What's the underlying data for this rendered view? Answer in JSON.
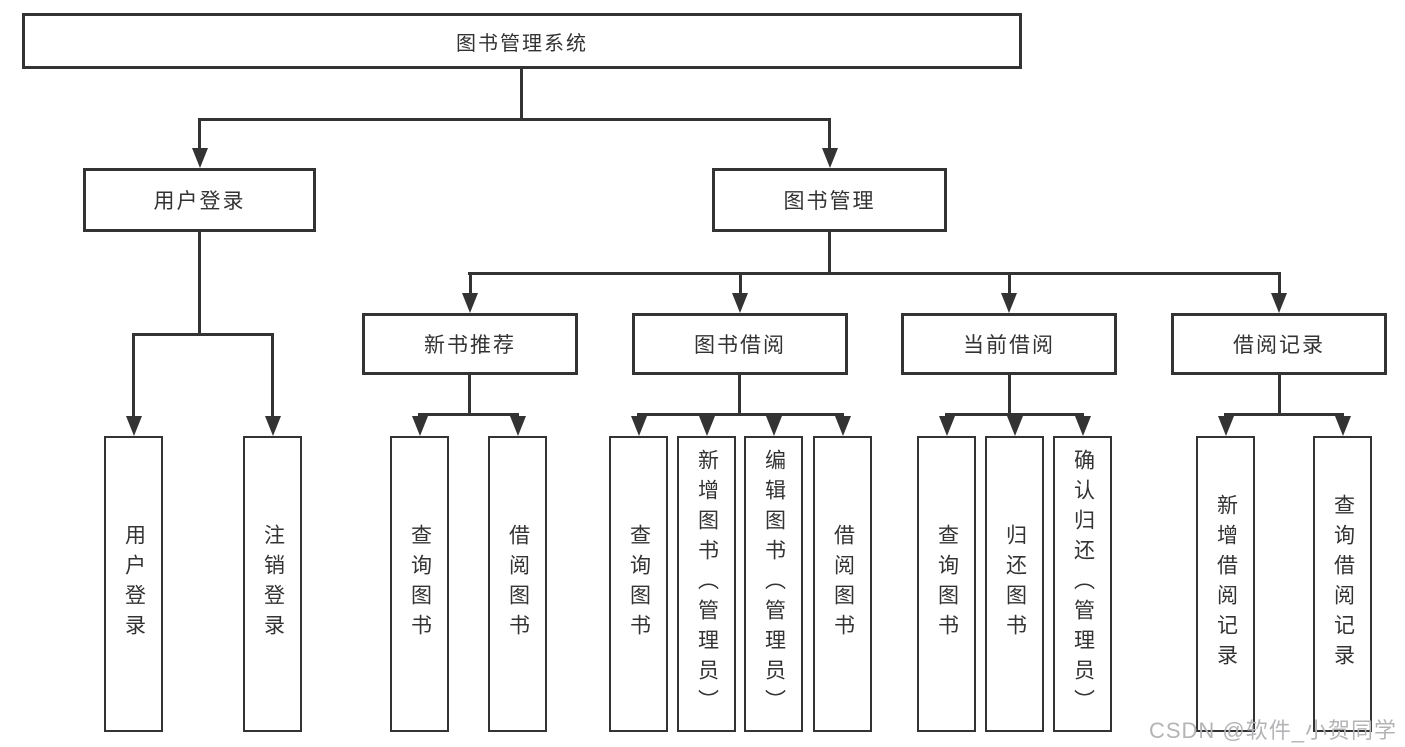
{
  "nodes": {
    "root": "图书管理系统",
    "level2": {
      "user_login": "用户登录",
      "book_management": "图书管理"
    },
    "level3": {
      "new_book_recommend": "新书推荐",
      "book_borrow": "图书借阅",
      "current_borrow": "当前借阅",
      "borrow_records": "借阅记录"
    },
    "leaves": [
      "用户登录",
      "注销登录",
      "查询图书",
      "借阅图书",
      "查询图书",
      "新增图书（管理员）",
      "编辑图书（管理员）",
      "借阅图书",
      "查询图书",
      "归还图书",
      "确认归还（管理员）",
      "新增借阅记录",
      "查询借阅记录"
    ]
  },
  "watermark": "CSDN @软件_小贺同学",
  "colors": {
    "line": "#333333",
    "box_border": "#333333",
    "text": "#333333",
    "background": "#ffffff",
    "watermark": "#b4b4b7"
  }
}
